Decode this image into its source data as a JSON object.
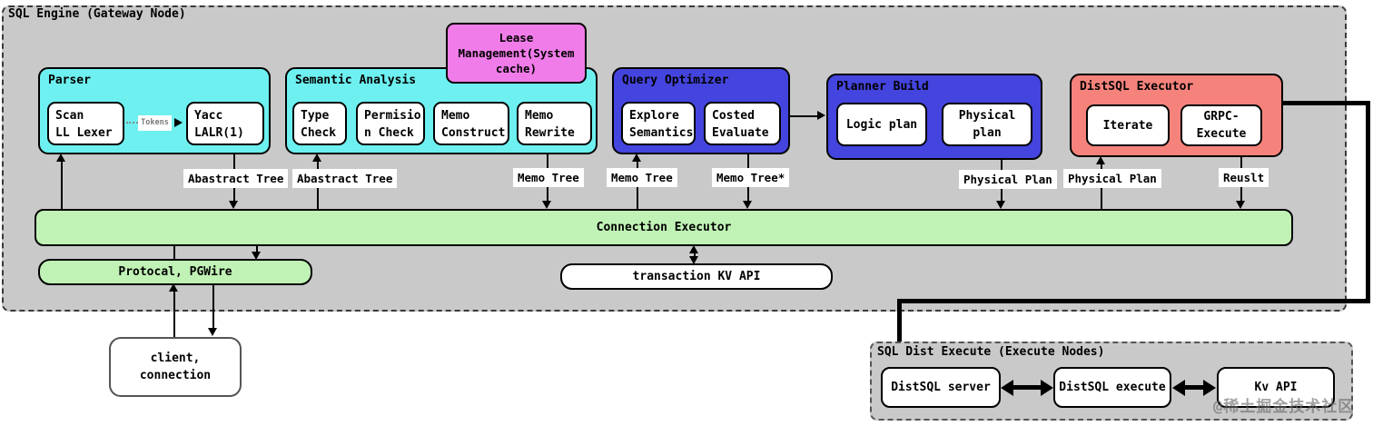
{
  "engine": {
    "title": "SQL Engine (Gateway Node)",
    "groups": {
      "parser": {
        "title": "Parser"
      },
      "semantic": {
        "title": "Semantic Analysis"
      },
      "optimizer": {
        "title": "Query Optimizer"
      },
      "planner": {
        "title": "Planner Build"
      },
      "executor": {
        "title": "DistSQL Executor"
      }
    },
    "nodes": {
      "scan": {
        "lines": [
          "Scan",
          "LL Lexer"
        ]
      },
      "yacc": {
        "lines": [
          "Yacc",
          "LALR(1)"
        ]
      },
      "tokens_label": "Tokens",
      "type_check": {
        "lines": [
          "Type",
          "Check"
        ]
      },
      "permission_check": {
        "lines": [
          "Permisio",
          "n Check"
        ]
      },
      "memo_construct": {
        "lines": [
          "Memo",
          "Construct"
        ]
      },
      "memo_rewrite": {
        "lines": [
          "Memo",
          "Rewrite"
        ]
      },
      "explore_semantics": {
        "lines": [
          "Explore",
          "Semantics"
        ]
      },
      "costed_evaluate": {
        "lines": [
          "Costed",
          "Evaluate"
        ]
      },
      "logic_plan": {
        "lines": [
          "Logic plan"
        ]
      },
      "physical_plan": {
        "lines": [
          "Physical",
          "plan"
        ]
      },
      "iterate": {
        "lines": [
          "Iterate"
        ]
      },
      "grpc_execute": {
        "lines": [
          "GRPC-",
          "Execute"
        ]
      }
    },
    "lease": {
      "lines": [
        "Lease",
        "Management(System",
        "cache)"
      ]
    },
    "edge_labels": {
      "abstract_tree_1": "Abastract Tree",
      "abstract_tree_2": "Abastract Tree",
      "memo_tree_1": "Memo Tree",
      "memo_tree_2": "Memo Tree",
      "memo_tree_star": "Memo Tree*",
      "physical_plan_1": "Physical Plan",
      "physical_plan_2": "Physical Plan",
      "result": "Reuslt"
    },
    "connection_executor_label": "Connection Executor",
    "protocol_label": "Protocal, PGWire",
    "transaction_kv_label": "transaction KV API"
  },
  "client": {
    "lines": [
      "client,",
      "connection"
    ]
  },
  "dist_execute": {
    "title": "SQL Dist Execute (Execute Nodes)",
    "nodes": {
      "server": "DistSQL server",
      "execute": "DistSQL execute",
      "kv_api": "Kv API"
    }
  },
  "watermark": "@稀土掘金技术社区",
  "colors": {
    "cyan_group": "#6ef0f0",
    "blue_group": "#4444de",
    "salmon_group": "#f5837c",
    "pink_box": "#f07ce9",
    "green_bar": "#c0f2b5",
    "region_gray": "#c9c9c9"
  }
}
